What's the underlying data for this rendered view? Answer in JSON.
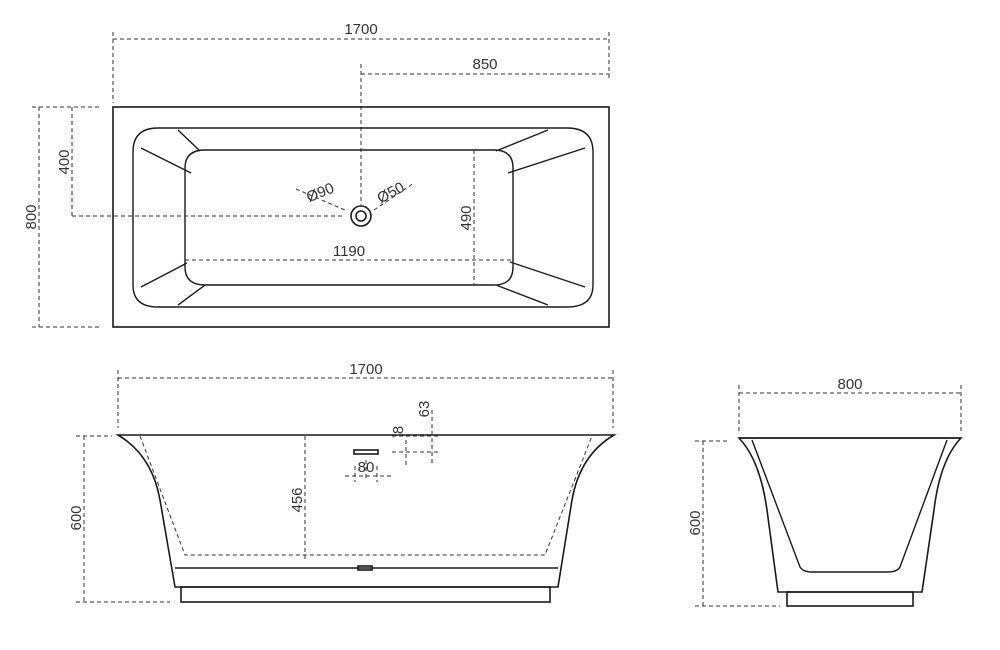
{
  "top_view": {
    "total_length": "1700",
    "drain_offset": "850",
    "drain_depth": "400",
    "total_width": "800",
    "inner_width": "490",
    "inner_length": "1190",
    "outlet_diameter_90": "Ø90",
    "outlet_diameter_50": "Ø50"
  },
  "front_view": {
    "total_length": "1700",
    "height": "600",
    "inner_depth": "456",
    "overflow_offset": "63",
    "overflow_height": "8",
    "overflow_width": "80"
  },
  "side_view": {
    "total_width": "800",
    "height": "600"
  }
}
